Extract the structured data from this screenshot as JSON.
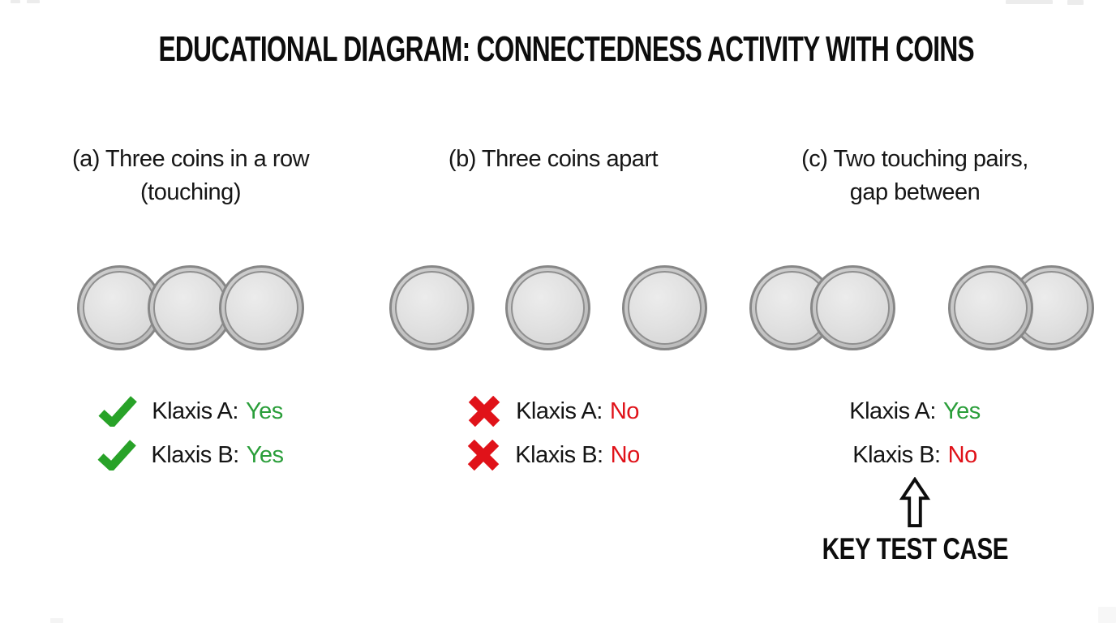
{
  "title": "EDUCATIONAL DIAGRAM: CONNECTEDNESS ACTIVITY WITH COINS",
  "colors": {
    "result_green": "#2a9e3a",
    "result_red": "#e01219",
    "check_icon": "#28a228",
    "cross_icon": "#e01219",
    "coin_rim": "#878787",
    "coin_face": "#e2e2e2",
    "text": "#111111"
  },
  "panels": [
    {
      "id": "a",
      "heading_line1": "(a) Three coins in a row",
      "heading_line2": "(touching)",
      "coin_layout": "three coins overlapping in a row",
      "results": [
        {
          "icon": "check-icon",
          "label": "Klaxis A:",
          "value": "Yes"
        },
        {
          "icon": "check-icon",
          "label": "Klaxis B:",
          "value": "Yes"
        }
      ]
    },
    {
      "id": "b",
      "heading_line1": "(b) Three coins apart",
      "heading_line2": "",
      "coin_layout": "three coins separated by gaps",
      "results": [
        {
          "icon": "cross-icon",
          "label": "Klaxis A:",
          "value": "No"
        },
        {
          "icon": "cross-icon",
          "label": "Klaxis B:",
          "value": "No"
        }
      ]
    },
    {
      "id": "c",
      "heading_line1": "(c) Two touching pairs,",
      "heading_line2": "gap between",
      "coin_layout": "two overlapping pairs with a gap between pairs",
      "results": [
        {
          "icon": "none",
          "label": "Klaxis A:",
          "value": "Yes"
        },
        {
          "icon": "none",
          "label": "Klaxis B:",
          "value": "No"
        }
      ],
      "annotation": "KEY TEST CASE"
    }
  ]
}
